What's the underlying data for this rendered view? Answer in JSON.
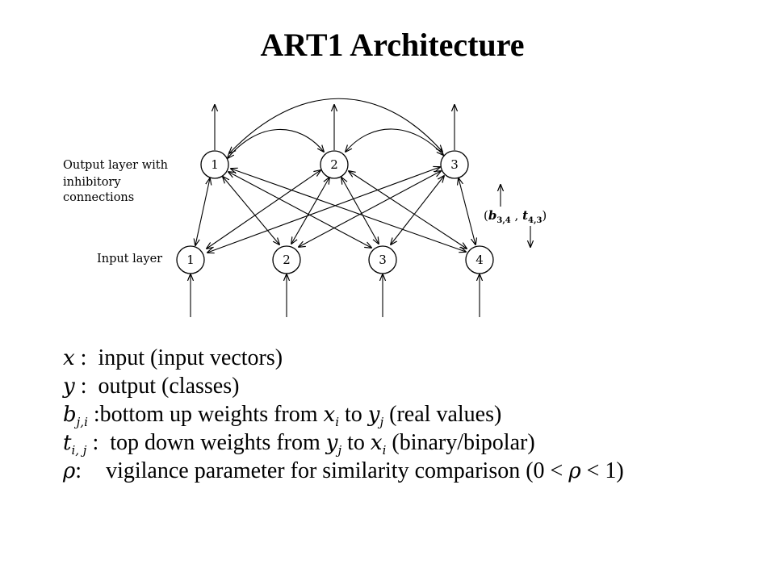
{
  "title": "ART1 Architecture",
  "diagram": {
    "output_label_lines": [
      "Output layer with",
      "inhibitory",
      "connections"
    ],
    "input_label": "Input layer",
    "output_nodes": [
      "1",
      "2",
      "3"
    ],
    "input_nodes": [
      "1",
      "2",
      "3",
      "4"
    ],
    "weight_label": {
      "open": "(",
      "b": "b",
      "b_sub": "3,4",
      "comma": " , ",
      "t": "t",
      "t_sub": "4,3",
      "close": ")"
    }
  },
  "definitions": [
    {
      "symbol": "x",
      "symbol_sub": "",
      "colon": " :",
      "text": "input (input vectors)"
    },
    {
      "symbol": "y",
      "symbol_sub": "",
      "colon": " :",
      "text": "output (classes)"
    },
    {
      "symbol": "b",
      "symbol_sub": "j,i",
      "colon": " :",
      "text_parts": [
        "bottom up weights from ",
        "x",
        "i",
        " to ",
        "y",
        "j",
        " (real values)"
      ]
    },
    {
      "symbol": "t",
      "symbol_sub": "i, j",
      "colon": " :",
      "text_parts": [
        "top down weights from ",
        "y",
        "j",
        " to ",
        "x",
        "i",
        " (binary/bipolar)"
      ]
    },
    {
      "symbol": "ρ",
      "symbol_sub": "",
      "colon": ":",
      "text_parts": [
        "vigilance parameter for similarity comparison (0 < ",
        "ρ",
        " < 1)"
      ]
    }
  ]
}
